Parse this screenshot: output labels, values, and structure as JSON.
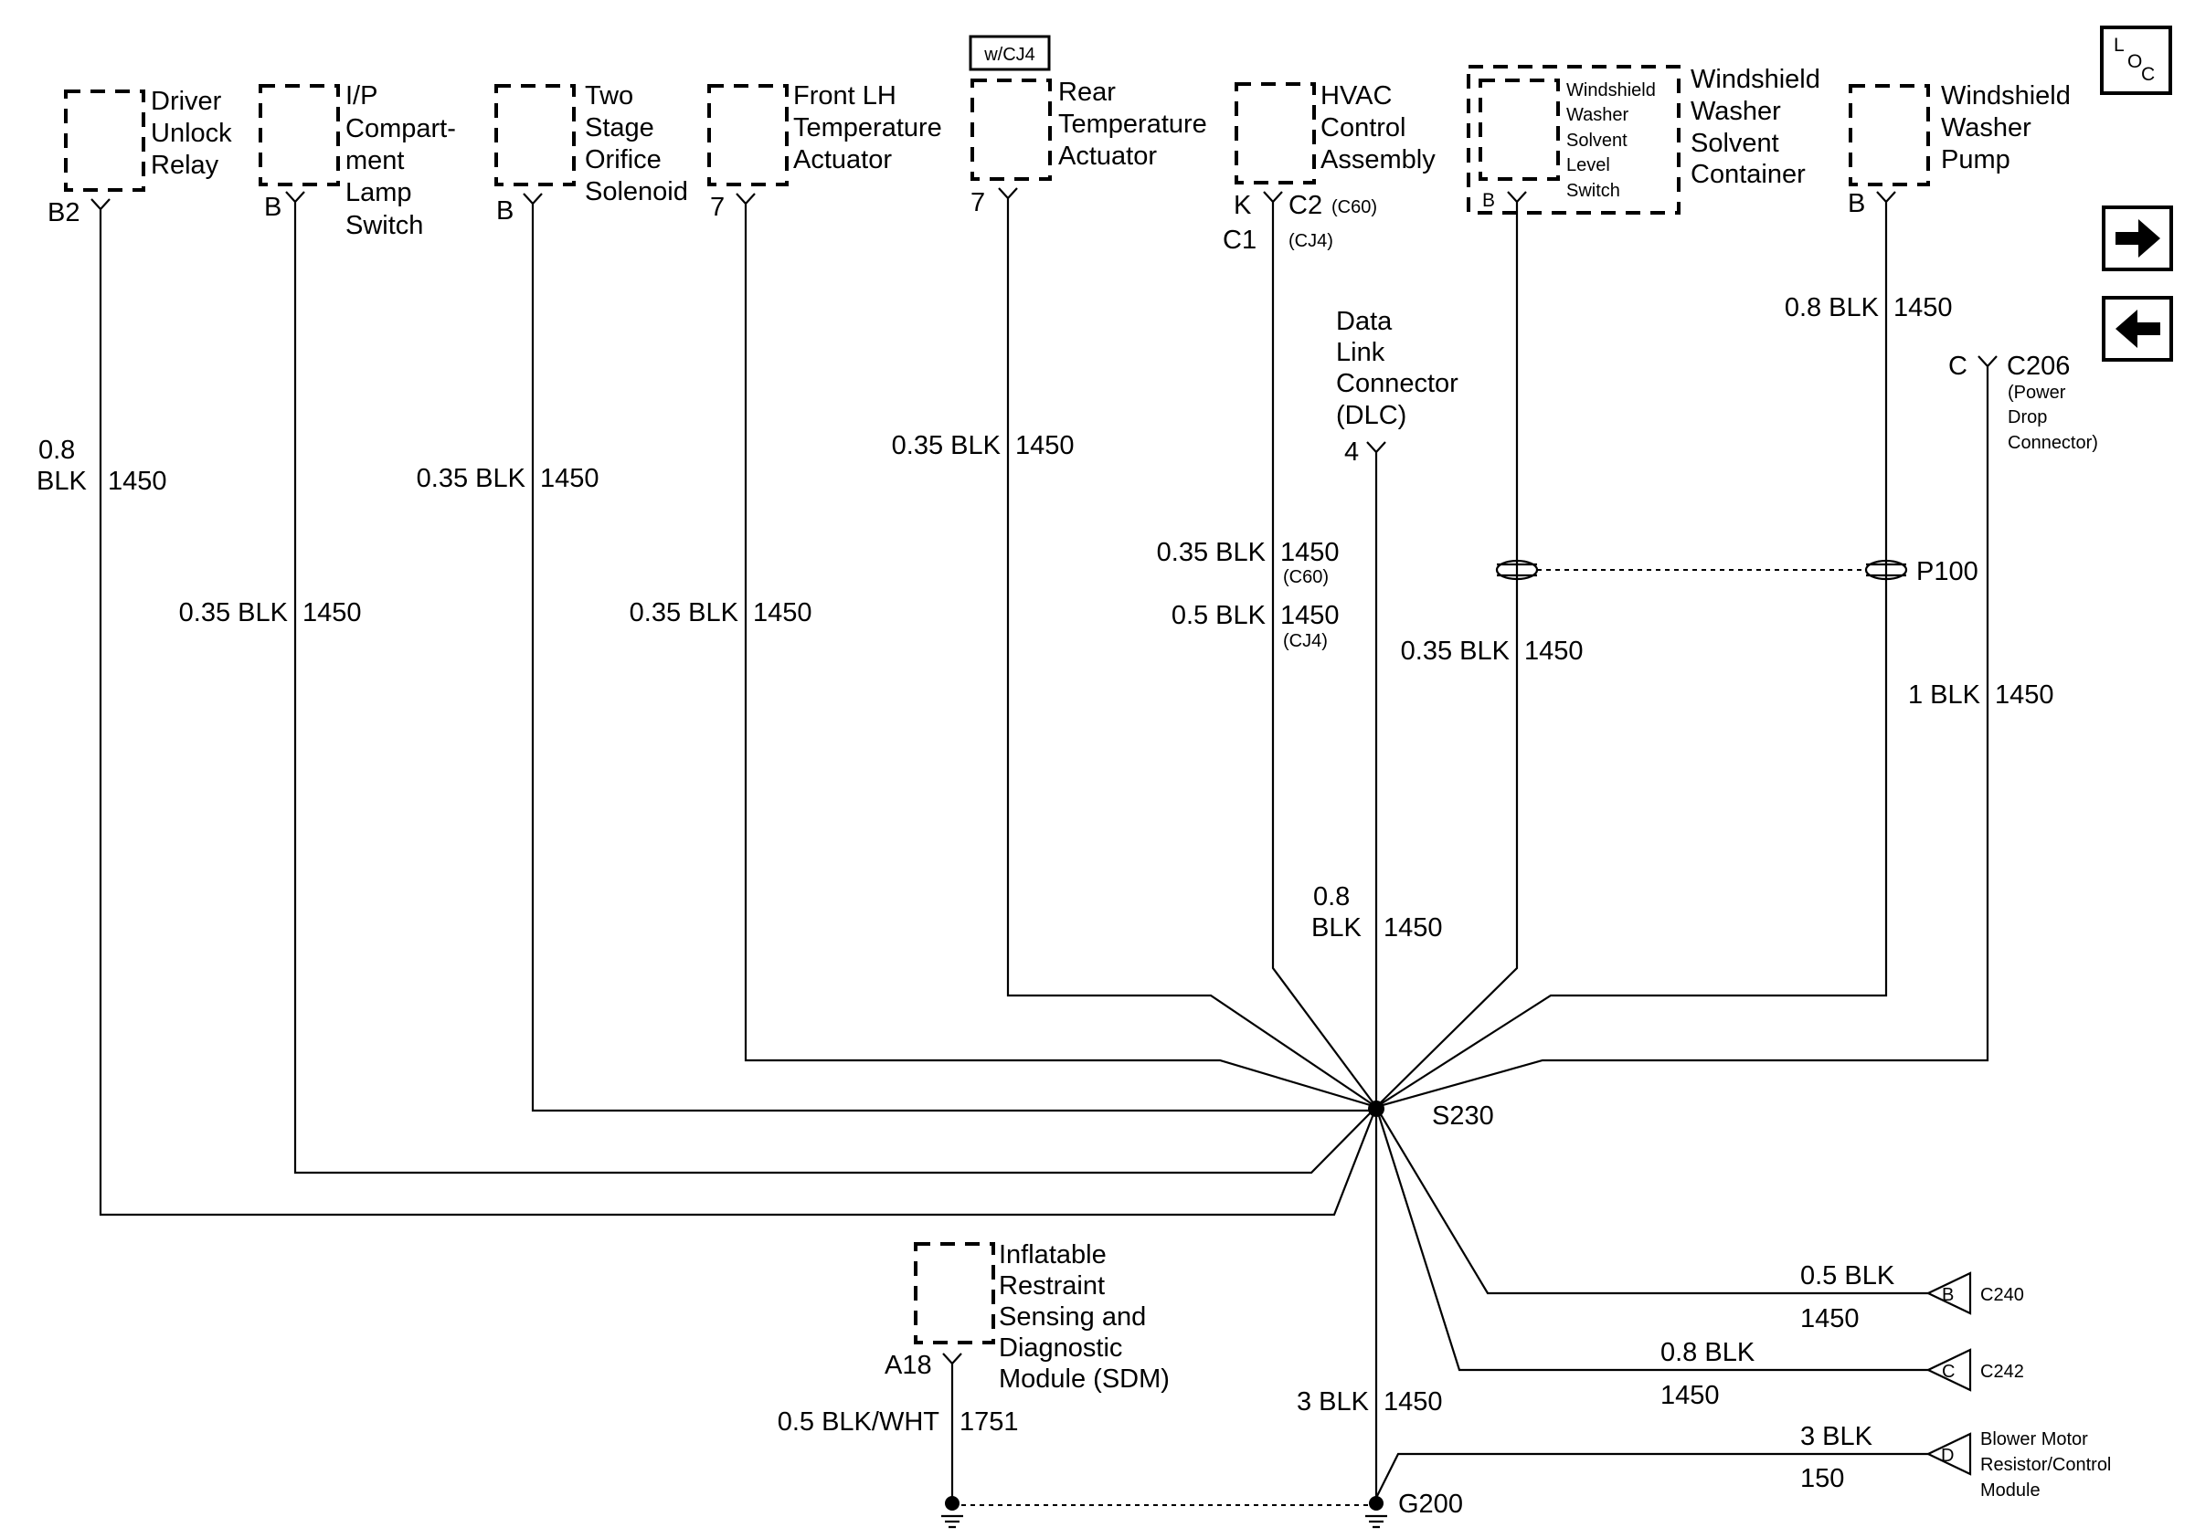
{
  "components": {
    "driver_unlock_relay": [
      "Driver",
      "Unlock",
      "Relay"
    ],
    "ip_lamp_switch": [
      "I/P",
      "Compart-",
      "ment",
      "Lamp",
      "Switch"
    ],
    "two_stage_solenoid": [
      "Two",
      "Stage",
      "Orifice",
      "Solenoid"
    ],
    "front_lh_actuator": [
      "Front LH",
      "Temperature",
      "Actuator"
    ],
    "rear_actuator": [
      "Rear",
      "Temperature",
      "Actuator"
    ],
    "rear_option_box": "w/CJ4",
    "hvac_assembly": [
      "HVAC",
      "Control",
      "Assembly"
    ],
    "washer_level_switch": [
      "Windshield",
      "Washer",
      "Solvent",
      "Level",
      "Switch"
    ],
    "washer_container": [
      "Windshield",
      "Washer",
      "Solvent",
      "Container"
    ],
    "washer_pump": [
      "Windshield",
      "Washer",
      "Pump"
    ],
    "dlc": [
      "Data",
      "Link",
      "Connector",
      "(DLC)"
    ],
    "sdm": [
      "Inflatable",
      "Restraint",
      "Sensing and",
      "Diagnostic",
      "Module (SDM)"
    ],
    "c206_desc": [
      "(Power",
      "Drop",
      "Connector)"
    ],
    "blower_module": [
      "Blower Motor",
      "Resistor/Control",
      "Module"
    ]
  },
  "pins": {
    "driver_unlock": "B2",
    "ip_lamp": "B",
    "two_stage": "B",
    "front_lh": "7",
    "rear": "7",
    "hvac_k": "K",
    "hvac_c2": "C2",
    "hvac_c2_note": "(C60)",
    "hvac_c1": "C1",
    "hvac_c1_note": "(CJ4)",
    "level_switch": "B",
    "pump": "B",
    "c206_pin": "C",
    "c206": "C206",
    "dlc_pin": "4",
    "sdm_pin": "A18",
    "c240_pin": "B",
    "c242_pin": "C",
    "blower_pin": "D"
  },
  "connectors": {
    "c240": "C240",
    "c242": "C242",
    "p100": "P100",
    "s230": "S230",
    "g200": "G200"
  },
  "wires": {
    "driver_unlock": [
      "0.8",
      "BLK",
      "1450"
    ],
    "ip_lamp": [
      "0.35 BLK",
      "1450"
    ],
    "two_stage": [
      "0.35 BLK",
      "1450"
    ],
    "front_lh": [
      "0.35 BLK",
      "1450"
    ],
    "rear": [
      "0.35 BLK",
      "1450"
    ],
    "hvac_c60": [
      "0.35 BLK",
      "1450",
      "(C60)"
    ],
    "hvac_cj4": [
      "0.5 BLK",
      "1450",
      "(CJ4)"
    ],
    "level_switch": [
      "0.35 BLK",
      "1450"
    ],
    "pump_upper": [
      "0.8 BLK",
      "1450"
    ],
    "pump_lower": [
      "1 BLK",
      "1450"
    ],
    "dlc": [
      "0.8",
      "BLK",
      "1450"
    ],
    "c240": [
      "0.5 BLK",
      "1450"
    ],
    "c242": [
      "0.8 BLK",
      "1450"
    ],
    "ground_main": [
      "3 BLK",
      "1450"
    ],
    "blower": [
      "3 BLK",
      "150"
    ],
    "sdm": [
      "0.5 BLK/WHT",
      "1751"
    ]
  },
  "loc_icon": [
    "L",
    "O",
    "C"
  ],
  "nav": {
    "forward_icon": "arrow-right-icon",
    "back_icon": "arrow-left-icon"
  }
}
